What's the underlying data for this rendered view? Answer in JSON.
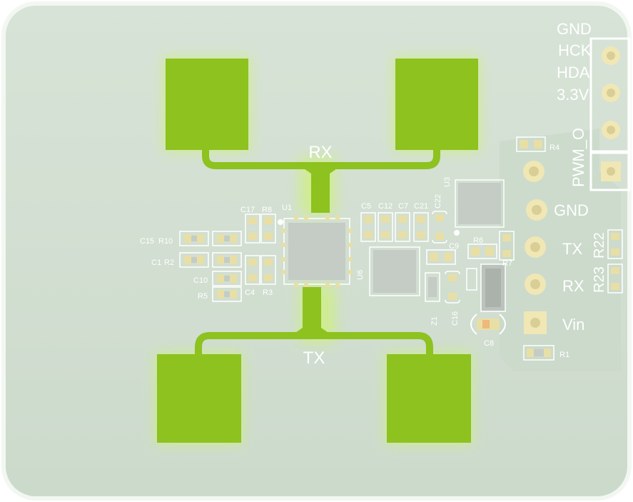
{
  "colors": {
    "board": "#d3e0d3",
    "board_edge": "#f2f6f1",
    "trace_region": "#cfdccf",
    "antenna": "#8dc21f",
    "antenna_glow": "#d9f2a6",
    "chip": "#c6cdc7",
    "chip_outline": "#ffffff",
    "pad_gold": "#eee3a8",
    "silk": "#ffffff"
  },
  "labels": {
    "rx_antenna": "RX",
    "tx_antenna": "TX"
  },
  "header_pins": [
    "GND",
    "HCK",
    "HDA",
    "3.3V"
  ],
  "header_pwm": "PWM_O",
  "side_pins": [
    "GND",
    "TX",
    "RX",
    "Vin"
  ],
  "refdes": {
    "U1": "U1",
    "U3": "U3",
    "U6": "U6",
    "C17": "C17",
    "R8": "R8",
    "C15": "C15",
    "R10": "R10",
    "C1": "C1",
    "R2": "R2",
    "C10": "C10",
    "R5": "R5",
    "C4": "C4",
    "R3": "R3",
    "C5": "C5",
    "C12": "C12",
    "C7": "C7",
    "C21": "C21",
    "C22": "C22",
    "C9": "C9",
    "R6": "R6",
    "R7": "R7",
    "R4": "R4",
    "R22": "R22",
    "R23": "R23",
    "Z1": "Z1",
    "C16": "C16",
    "C8": "C8",
    "R1": "R1"
  }
}
